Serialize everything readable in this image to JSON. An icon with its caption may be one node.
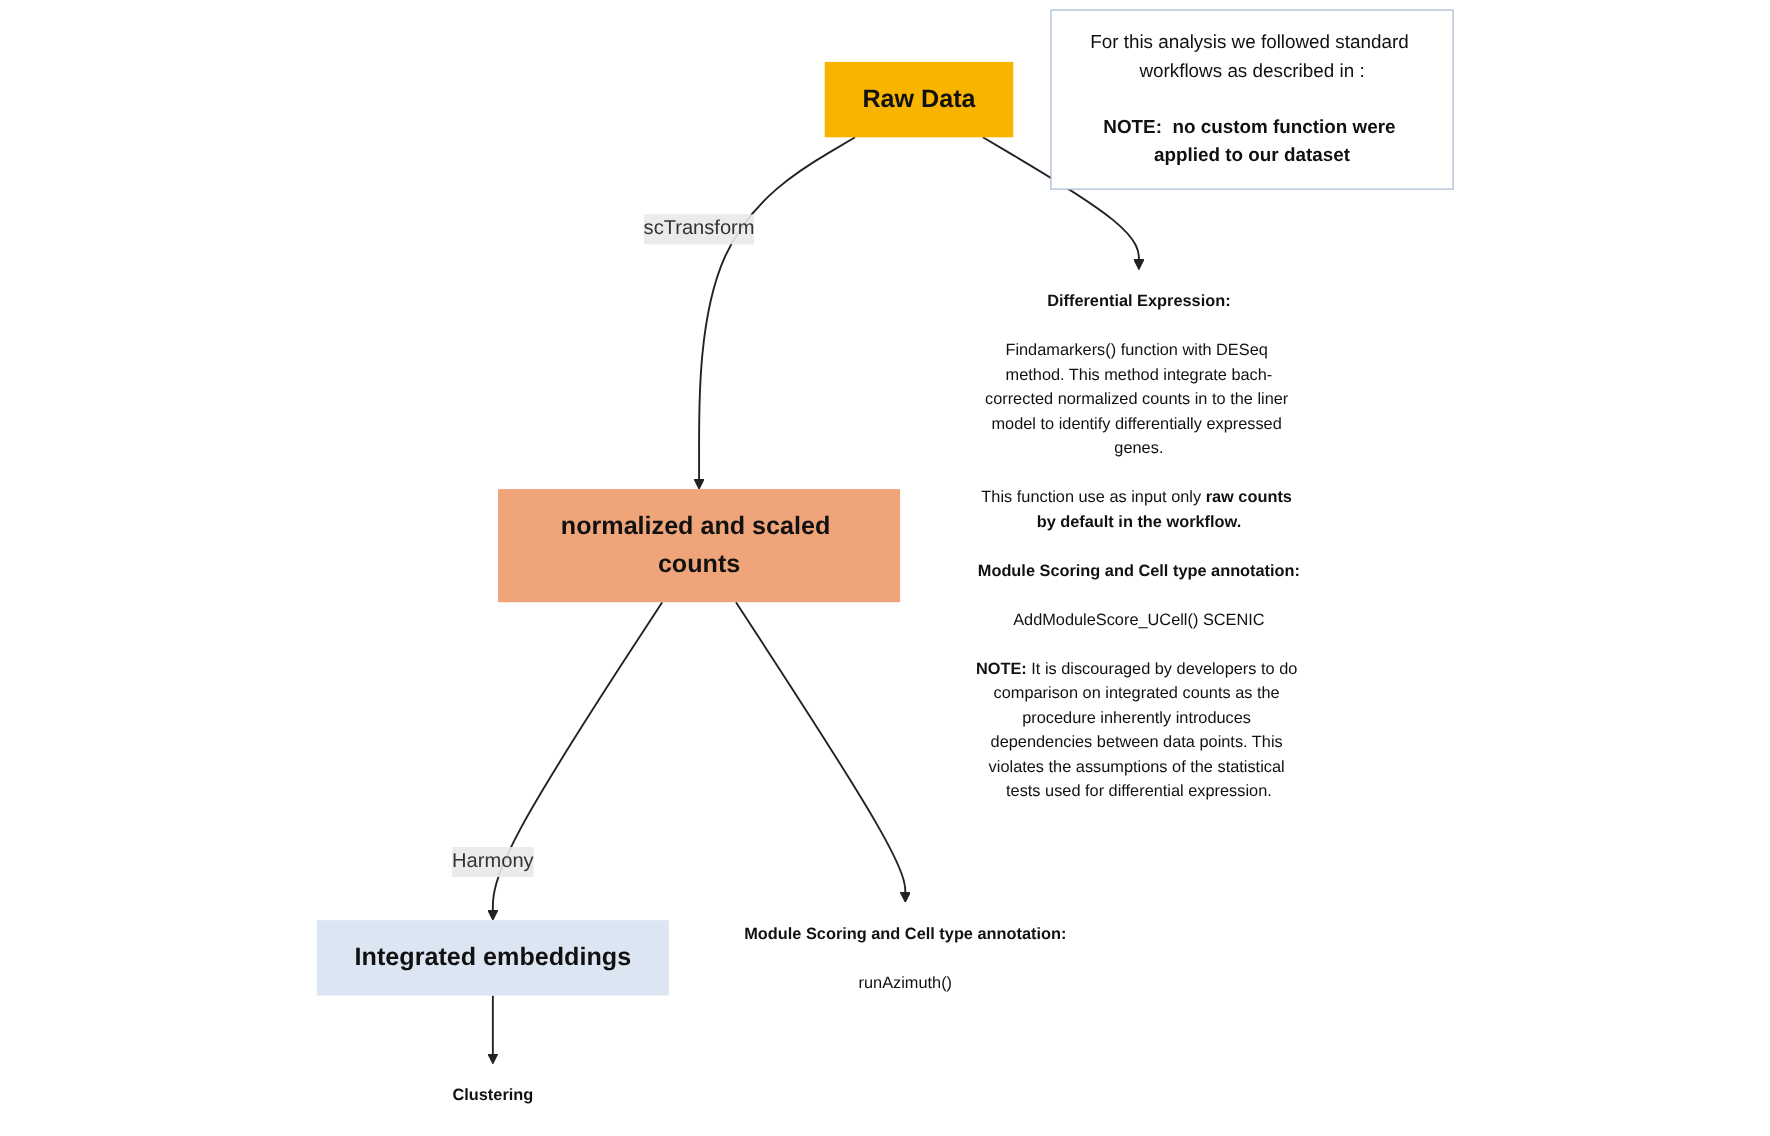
{
  "diagram": {
    "nodes": [
      {
        "text": [
          "Raw Data"
        ]
      },
      {
        "text": [
          "normalized and scaled counts"
        ]
      },
      {
        "text": [
          "Integrated embeddings"
        ]
      },
      {
        "text": [
          "Differential Expression:",
          "Findamarkers() function with DESeq method. This method integrate bach-corrected normalized counts in to the liner model to identify differentially expressed genes.",
          "This function use as input only **raw counts by default in the workflow.**",
          "Module Scoring and Cell type annotation:",
          "AddModuleScore_UCell() SCENIC",
          "**NOTE:** It is discouraged by developers to do comparison on integrated counts as the procedure inherently introduces dependencies between data points. This violates the assumptions of the statistical tests used for differential expression."
        ]
      },
      {
        "text": [
          "Module Scoring and Cell type annotation:",
          "runAzimuth()"
        ]
      },
      {
        "text": [
          "Clustering"
        ]
      },
      {
        "text": [
          "For this analysis we followed standard workflows as described in :",
          "**NOTE:  no custom function were applied to our dataset**"
        ]
      }
    ],
    "edges": [
      {
        "from": 0,
        "to": 1,
        "arrow": "to",
        "label": "scTransform"
      },
      {
        "from": 1,
        "to": 2,
        "arrow": "to",
        "label": "Harmony"
      },
      {
        "from": 0,
        "to": 3,
        "arrow": "to"
      },
      {
        "from": 1,
        "to": 4,
        "arrow": "to"
      },
      {
        "from": 2,
        "to": 5,
        "arrow": "to"
      }
    ]
  }
}
